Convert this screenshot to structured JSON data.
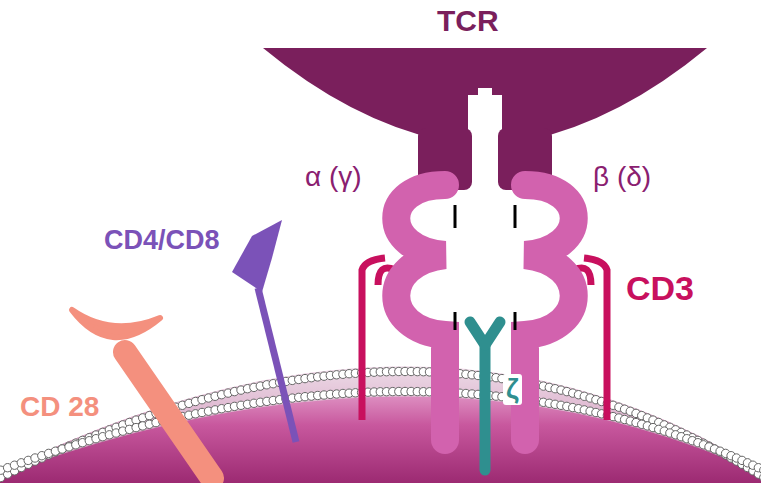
{
  "diagram": {
    "labels": [
      "TCR",
      "α (γ)",
      "β (δ)",
      "CD4/CD8",
      "CD3",
      "CD 28",
      "ζ"
    ]
  }
}
